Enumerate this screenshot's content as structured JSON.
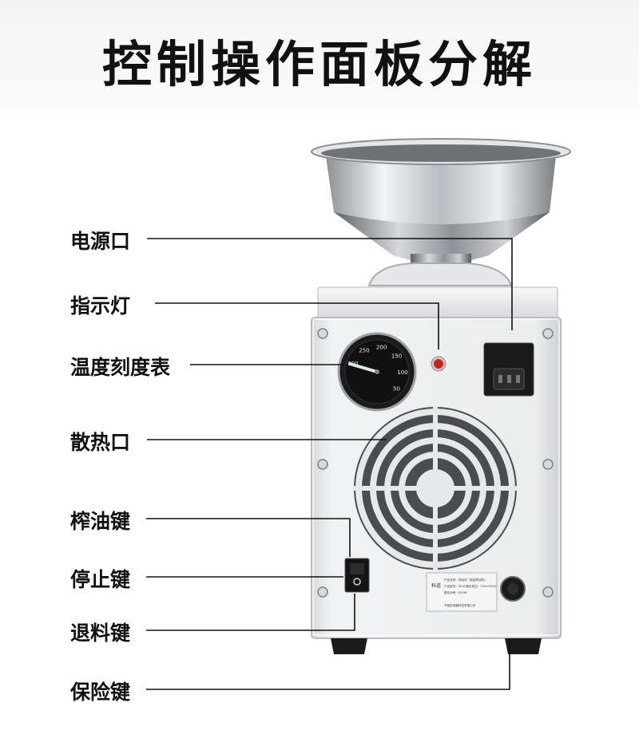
{
  "title": "控制操作面板分解",
  "callouts": [
    {
      "id": "power",
      "label": "电源口"
    },
    {
      "id": "indicator",
      "label": "指示灯"
    },
    {
      "id": "thermometer",
      "label": "温度刻度表"
    },
    {
      "id": "vent",
      "label": "散热口"
    },
    {
      "id": "press",
      "label": "榨油键"
    },
    {
      "id": "stop",
      "label": "停止键"
    },
    {
      "id": "return",
      "label": "退料键"
    },
    {
      "id": "fuse",
      "label": "保险键"
    }
  ],
  "dial_ticks": [
    "300",
    "250",
    "200",
    "150",
    "100",
    "50"
  ],
  "nameplate": {
    "brand": "科道",
    "lines": [
      "产品名称：榨油机（智能榨油机）",
      "产品型号：SR-B 额定电压：220V/50HZ",
      "额定功率：620W",
      "",
      "节能型电器科技有限公司"
    ]
  },
  "colors": {
    "body": "#e9eaec",
    "steel": "#c9ccd0",
    "dark": "#1a1a1a",
    "indicator": "#d41f1f"
  }
}
